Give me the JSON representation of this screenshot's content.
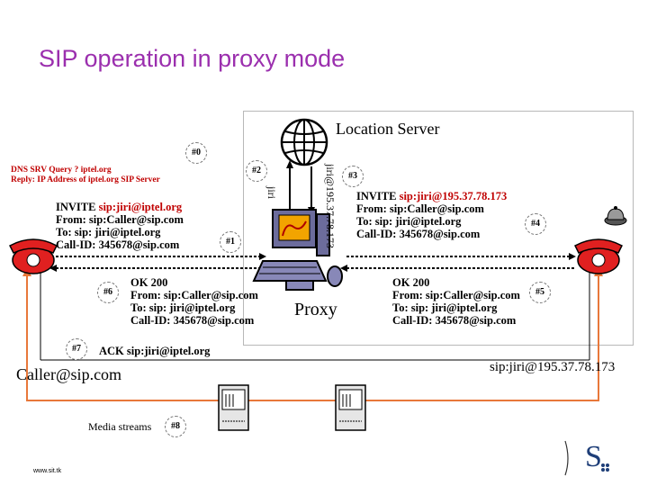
{
  "title": "SIP operation in proxy mode",
  "location_server": "Location Server",
  "proxy_label": "Proxy",
  "tags": [
    "#0",
    "#1",
    "#2",
    "#3",
    "#4",
    "#5",
    "#6",
    "#7",
    "#8"
  ],
  "dns": {
    "query": "DNS SRV Query ? iptel.org",
    "reply": "Reply: IP Address of iptel.org SIP Server"
  },
  "vertical": {
    "jiri": "jiri",
    "jiri_addr": "jiri@195.37.78.173"
  },
  "invite_left": {
    "method": "INVITE ",
    "uri": "sip:jiri@iptel.org",
    "from": "From: sip:Caller@sip.com",
    "to": "To: sip: jiri@iptel.org",
    "callid": "Call-ID: 345678@sip.com"
  },
  "invite_right": {
    "method": "INVITE ",
    "uri": "sip:jiri@195.37.78.173",
    "from": "From: sip:Caller@sip.com",
    "to": "To: sip: jiri@iptel.org",
    "callid": "Call-ID: 345678@sip.com"
  },
  "ok_left": {
    "status": "OK 200",
    "from": "From: sip:Caller@sip.com",
    "to": "To: sip: jiri@iptel.org",
    "callid": "Call-ID: 345678@sip.com"
  },
  "ok_right": {
    "status": "OK 200",
    "from": "From: sip:Caller@sip.com",
    "to": "To: sip: jiri@iptel.org",
    "callid": "Call-ID: 345678@sip.com"
  },
  "ack": "ACK sip:jiri@iptel.org",
  "caller": "Caller@sip.com",
  "callee": "sip:jiri@195.37.78.173",
  "media": "Media streams",
  "website": "www.sit.tk",
  "colors": {
    "title": "#9b2fae",
    "uri": "#c00000",
    "phone": "#e02020",
    "media_line": "#e8783a"
  }
}
